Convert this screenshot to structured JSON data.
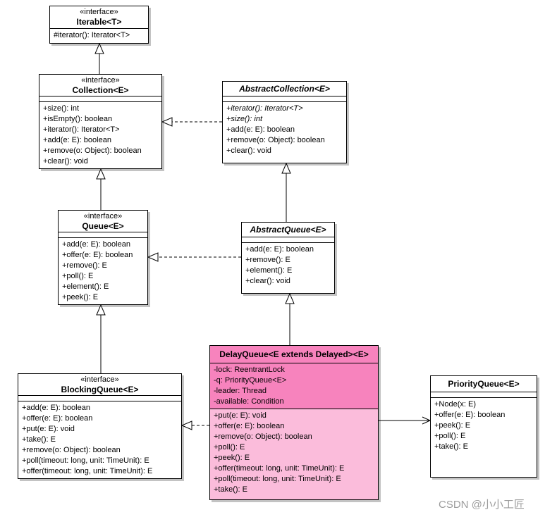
{
  "watermark": "CSDN @小小工匠",
  "colors": {
    "box_bg": "#FFFFFF",
    "box_border": "#000000",
    "shadow": "#C3C3C3",
    "edge": "#000000",
    "delay_header": "#F783BD",
    "delay_body": "#FBBCDB",
    "watermark": "#9C9C9C"
  },
  "classes": {
    "iterable": {
      "stereotype": "«interface»",
      "name": "Iterable<T>",
      "methods": [
        "#iterator(): Iterator<T>"
      ]
    },
    "collection": {
      "stereotype": "«interface»",
      "name": "Collection<E>",
      "methods": [
        "+size(): int",
        "+isEmpty(): boolean",
        "+iterator(): Iterator<T>",
        "+add(e: E): boolean",
        "+remove(o: Object): boolean",
        "+clear(): void"
      ]
    },
    "abstract_collection": {
      "name": "AbstractCollection<E>",
      "methods": [
        {
          "text": "+iterator(): Iterator<T>",
          "italic": true
        },
        {
          "text": "+size(): int",
          "italic": true
        },
        "+add(e: E): boolean",
        "+remove(o: Object): boolean",
        "+clear(): void"
      ]
    },
    "queue": {
      "stereotype": "«interface»",
      "name": "Queue<E>",
      "methods": [
        "+add(e: E): boolean",
        "+offer(e: E): boolean",
        "+remove(): E",
        "+poll(): E",
        "+element(): E",
        "+peek(): E"
      ]
    },
    "abstract_queue": {
      "name": "AbstractQueue<E>",
      "methods": [
        "+add(e: E): boolean",
        "+remove(): E",
        "+element(): E",
        "+clear(): void"
      ]
    },
    "blocking_queue": {
      "stereotype": "«interface»",
      "name": "BlockingQueue<E>",
      "methods": [
        "+add(e: E): boolean",
        "+offer(e: E): boolean",
        "+put(e: E): void",
        "+take(): E",
        "+remove(o: Object): boolean",
        "+poll(timeout: long, unit: TimeUnit): E",
        "+offer(timeout: long, unit: TimeUnit): E"
      ]
    },
    "delay_queue": {
      "name": "DelayQueue<E extends Delayed><E>",
      "attributes": [
        "-lock: ReentrantLock",
        "-q: PriorityQueue<E>",
        "-leader: Thread",
        "-available: Condition"
      ],
      "methods": [
        "+put(e: E): void",
        "+offer(e: E): boolean",
        "+remove(o: Object): boolean",
        "+poll(): E",
        "+peek(): E",
        "+offer(timeout: long, unit: TimeUnit): E",
        "+poll(timeout: long, unit: TimeUnit): E",
        "+take(): E"
      ]
    },
    "priority_queue": {
      "name": "PriorityQueue<E>",
      "methods": [
        "+Node(x: E)",
        "+offer(e: E): boolean",
        "+peek(): E",
        "+poll(): E",
        "+take(): E"
      ]
    }
  }
}
